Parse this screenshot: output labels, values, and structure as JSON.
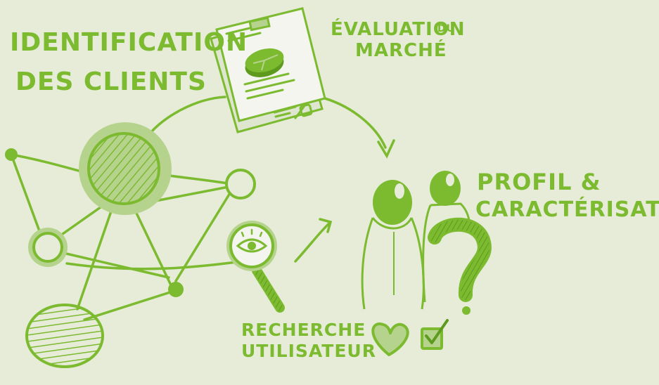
{
  "colors": {
    "background": "#e6ecd8",
    "accent": "#7cba2f",
    "accent_dark": "#5e9a1e",
    "accent_soft": "#b6d38d",
    "paper": "#f3f5ee"
  },
  "labels": {
    "identification": [
      "IDENTIFICATION",
      "DES CLIENTS"
    ],
    "evaluation_main": "ÉVALUATION",
    "evaluation_du": "DU",
    "evaluation_line2": "MARCHÉ",
    "profil_line1": "PROFIL &",
    "profil_line2": "CARACTÉRISATION",
    "recherche_line1": "RECHERCHE",
    "recherche_line2": "UTILISATEUR"
  },
  "icons": [
    "network-graph-icon",
    "document-pie-chart-icon",
    "magnifier-eye-icon",
    "people-icon",
    "question-mark-icon",
    "heart-icon",
    "checkbox-icon"
  ]
}
